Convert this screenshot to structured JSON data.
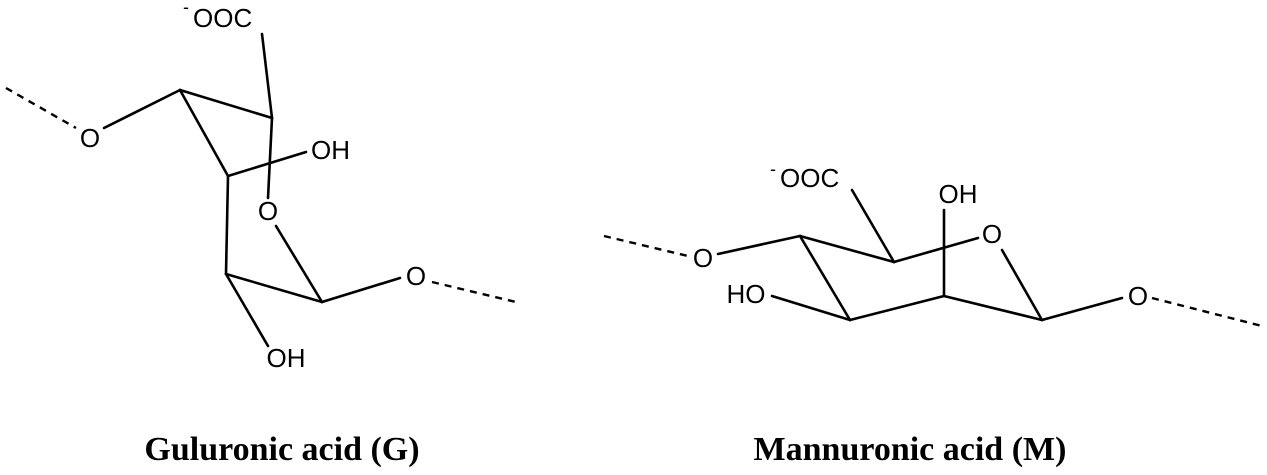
{
  "guluronic": {
    "caption": "Guluronic acid (G)",
    "carboxylate_charge": "-",
    "carboxylate": "OOC",
    "glycosidic_o_left": "O",
    "hydroxyl_c2": "OH",
    "ring_o": "O",
    "glycosidic_o_right": "O",
    "hydroxyl_c3": "OH"
  },
  "mannuronic": {
    "caption": "Mannuronic acid (M)",
    "carboxylate_charge": "-",
    "carboxylate": "OOC",
    "hydroxyl_top": "OH",
    "ring_o": "O",
    "glycosidic_o_left": "O",
    "hydroxyl_left": "HO",
    "glycosidic_o_right": "O"
  }
}
